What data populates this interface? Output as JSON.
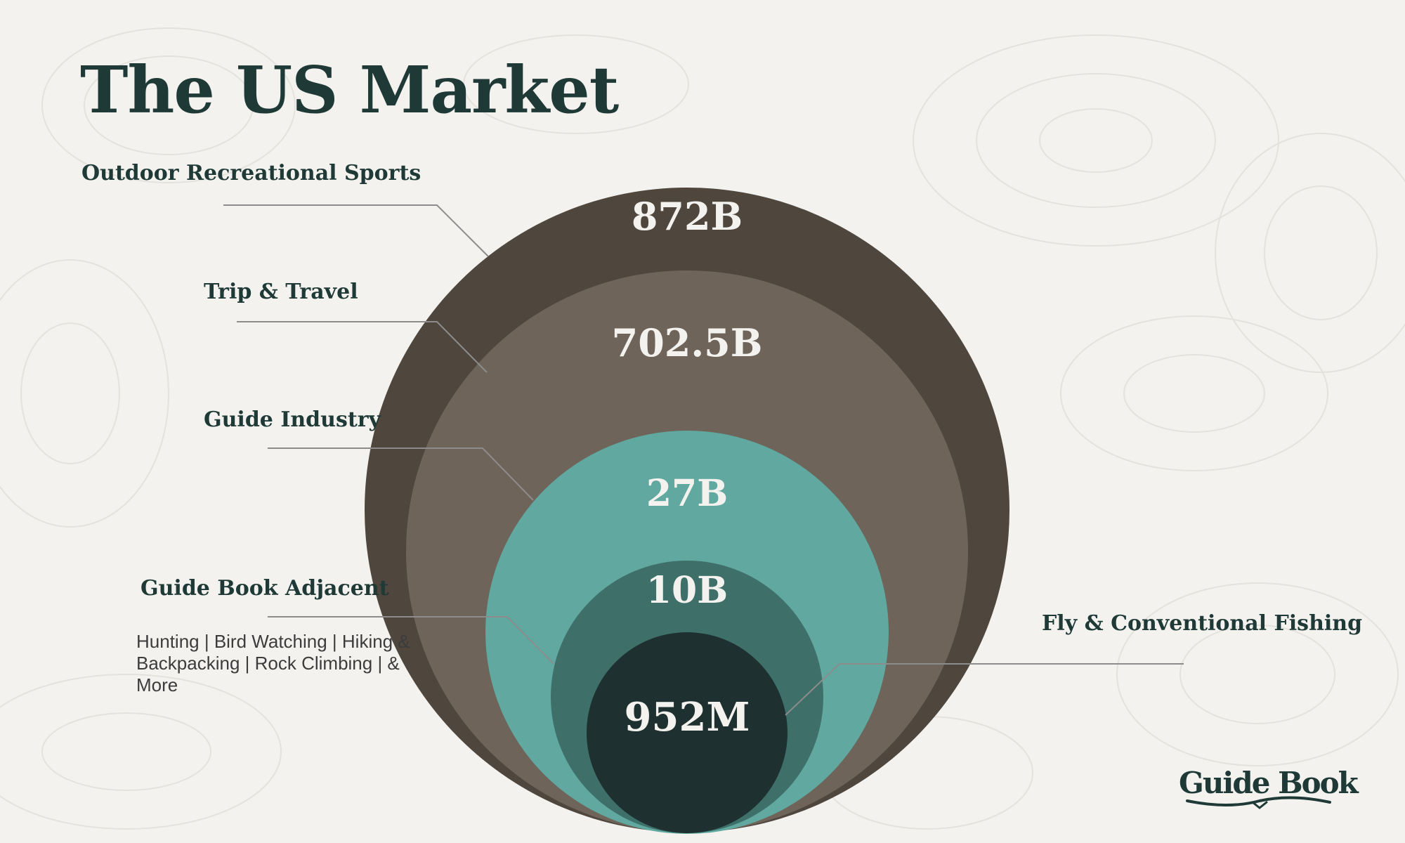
{
  "title": "The US Market",
  "colors": {
    "background": "#f3f2ef",
    "title": "#1f3a36",
    "leader_line": "#8c8c8c",
    "value_text": "#f4f2ee"
  },
  "segments": [
    {
      "label": "Outdoor Recreational Sports",
      "value": "872B",
      "color": "#4f463d"
    },
    {
      "label": "Trip & Travel",
      "value": "702.5B",
      "color": "#6e645a"
    },
    {
      "label": "Guide Industry",
      "value": "27B",
      "color": "#60a8a0"
    },
    {
      "label": "Guide Book Adjacent",
      "value": "10B",
      "color": "#3e7069"
    },
    {
      "label": "Fly & Conventional Fishing",
      "value": "952M",
      "color": "#1e3130"
    }
  ],
  "guide_book_adjacent_note": "Hunting | Bird Watching | Hiking & Backpacking | Rock Climbing | & More",
  "logo_text": "Guide Book"
}
